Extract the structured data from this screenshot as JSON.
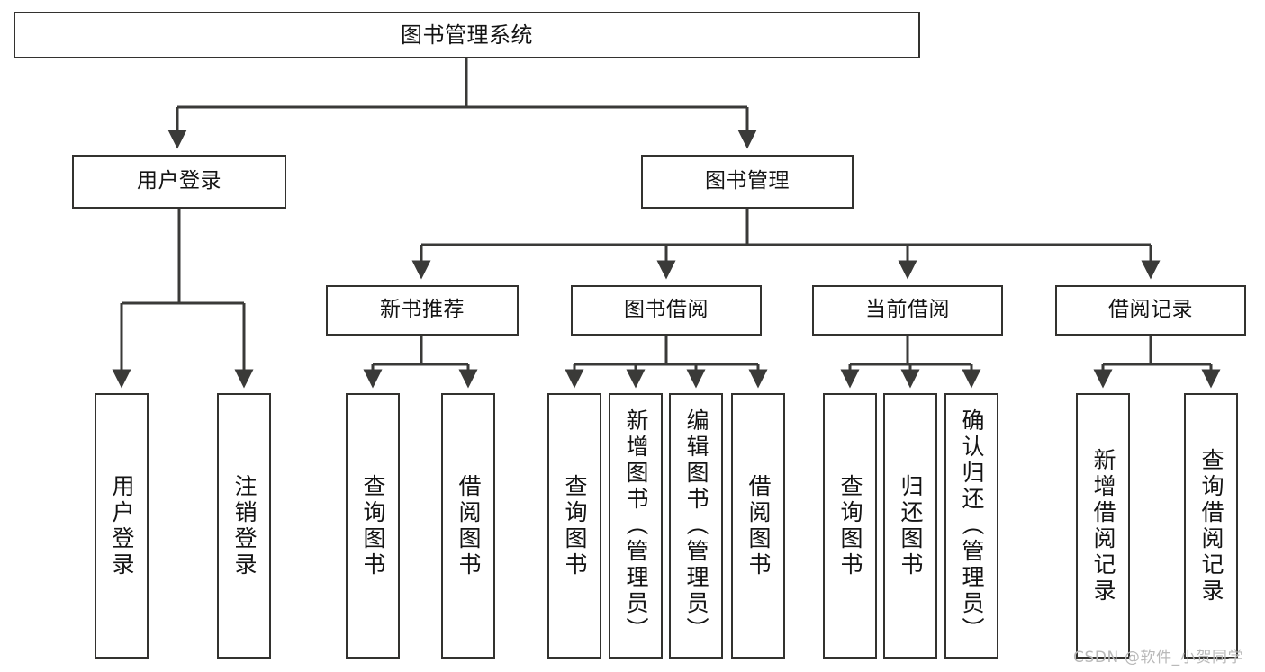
{
  "diagram": {
    "type": "tree-hierarchy",
    "title": "图书管理系统",
    "watermark": "CSDN @软件_小贺同学",
    "colors": {
      "box_border": "#33322f",
      "box_fill": "#ffffff",
      "connector": "#3a3a38",
      "text": "#141414",
      "watermark": "#b9b9b9"
    },
    "levels": {
      "root": {
        "label": "图书管理系统"
      },
      "level2": [
        {
          "id": "user-login",
          "label": "用户登录"
        },
        {
          "id": "book-manage",
          "label": "图书管理"
        }
      ],
      "level3": [
        {
          "id": "new-book-rec",
          "label": "新书推荐"
        },
        {
          "id": "book-borrow",
          "label": "图书借阅"
        },
        {
          "id": "current-borrow",
          "label": "当前借阅"
        },
        {
          "id": "borrow-record",
          "label": "借阅记录"
        }
      ],
      "leaves": {
        "user-login": [
          {
            "id": "leaf-user-login",
            "label": "用户登录"
          },
          {
            "id": "leaf-logout",
            "label": "注销登录"
          }
        ],
        "new-book-rec": [
          {
            "id": "leaf-query-book-1",
            "label": "查询图书"
          },
          {
            "id": "leaf-borrow-book-1",
            "label": "借阅图书"
          }
        ],
        "book-borrow": [
          {
            "id": "leaf-query-book-2",
            "label": "查询图书"
          },
          {
            "id": "leaf-add-book",
            "label": "新增图书（管理员）"
          },
          {
            "id": "leaf-edit-book",
            "label": "编辑图书（管理员）"
          },
          {
            "id": "leaf-borrow-book-2",
            "label": "借阅图书"
          }
        ],
        "current-borrow": [
          {
            "id": "leaf-query-book-3",
            "label": "查询图书"
          },
          {
            "id": "leaf-return-book",
            "label": "归还图书"
          },
          {
            "id": "leaf-confirm-return",
            "label": "确认归还（管理员）"
          }
        ],
        "borrow-record": [
          {
            "id": "leaf-add-record",
            "label": "新增借阅记录"
          },
          {
            "id": "leaf-query-record",
            "label": "查询借阅记录"
          }
        ]
      }
    }
  }
}
